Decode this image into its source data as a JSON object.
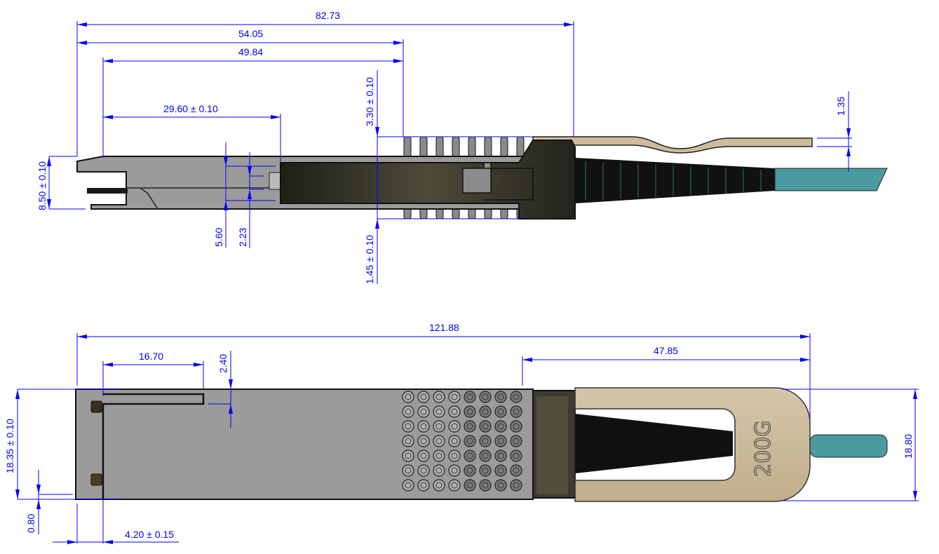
{
  "colors": {
    "dimension": "#0000ff",
    "body": "#9b9b9b",
    "dark": "#2a2a22",
    "handle": "#cdbb9c",
    "cable": "#4a9aa0",
    "boot": "#111111"
  },
  "side_view": {
    "dims": {
      "overall_to_handle": "82.73",
      "to_heatsink_end": "54.05",
      "inner_to_heatsink_end": "49.84",
      "to_pcb": "29.60 ± 0.10",
      "fin_top": "3.30 ± 0.10",
      "tab_thickness": "1.35",
      "body_height": "8.50 ± 0.10",
      "pcb_window": "5.60",
      "pcb_offset": "2.23",
      "fin_bottom": "1.45 ± 0.10"
    }
  },
  "top_view": {
    "label_logo": "200G",
    "dims": {
      "overall_length": "121.88",
      "slot_length": "16.70",
      "slot_offset": "2.40",
      "handle_length": "47.85",
      "body_width": "18.35 ± 0.10",
      "handle_width": "18.80",
      "edge_offset": "0.80",
      "nose_length": "4.20 ± 0.15"
    }
  }
}
